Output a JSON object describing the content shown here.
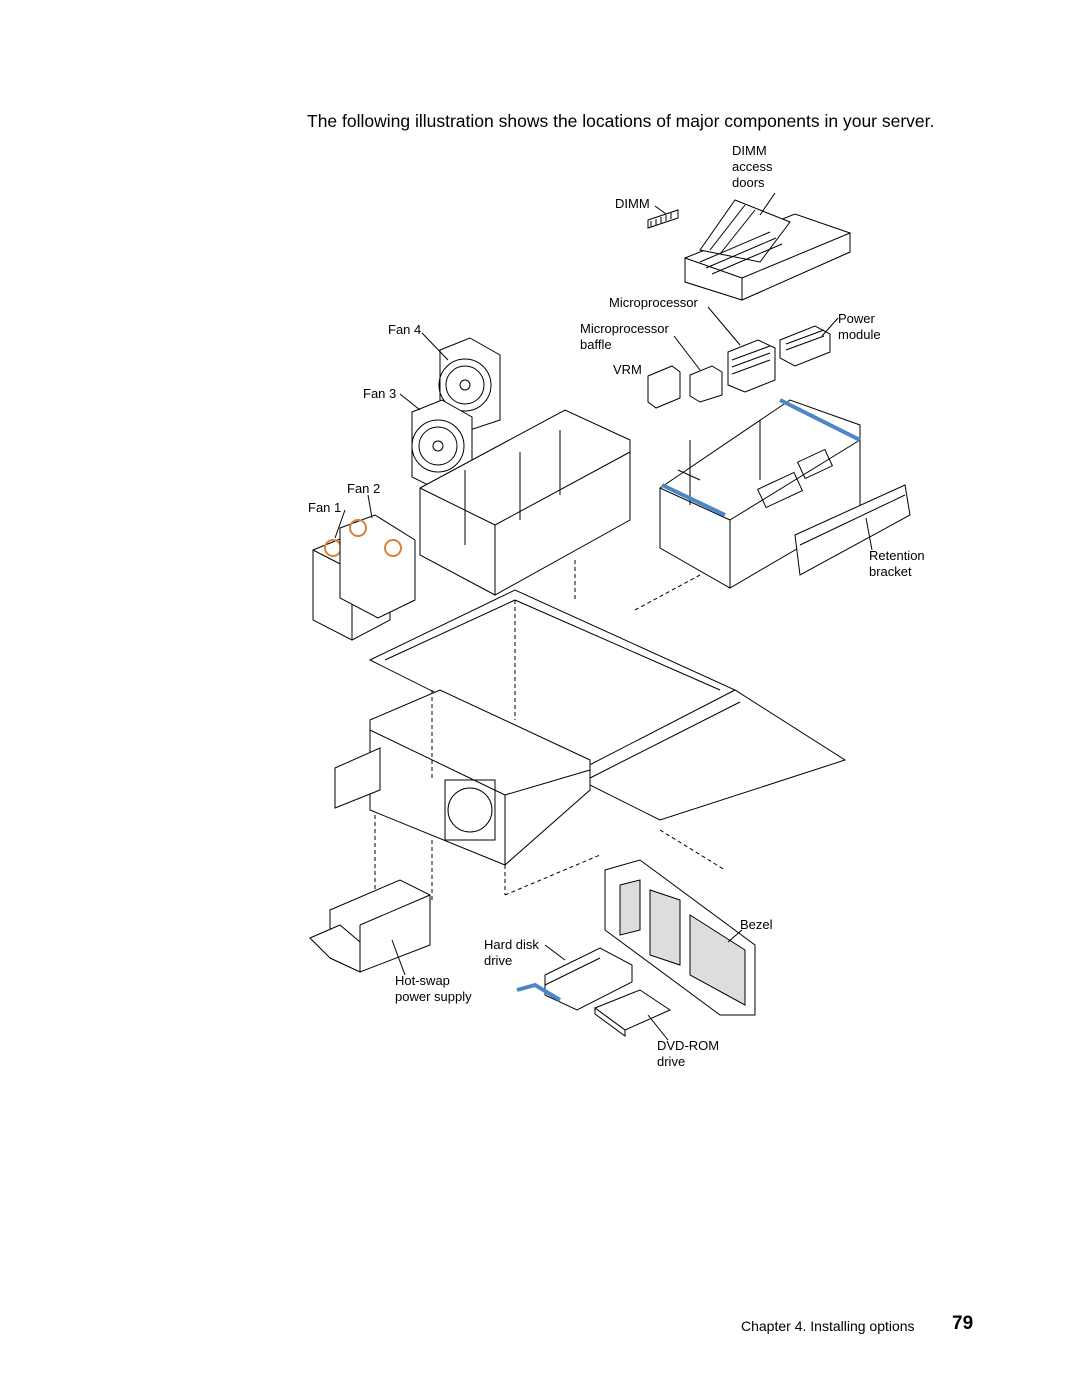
{
  "intro": "The following illustration shows the locations of major components in your server.",
  "labels": {
    "dimm_access_doors": "DIMM\naccess\ndoors",
    "dimm": "DIMM",
    "microprocessor": "Microprocessor",
    "microprocessor_baffle": "Microprocessor\nbaffle",
    "power_module": "Power\nmodule",
    "vrm": "VRM",
    "fan4": "Fan 4",
    "fan3": "Fan 3",
    "fan2": "Fan 2",
    "fan1": "Fan 1",
    "retention_bracket": "Retention\nbracket",
    "bezel": "Bezel",
    "hard_disk_drive": "Hard disk\ndrive",
    "hot_swap_power_supply": "Hot-swap\npower supply",
    "dvd_rom_drive": "DVD-ROM\ndrive"
  },
  "footer": {
    "chapter": "Chapter 4. Installing options",
    "page_number": "79"
  },
  "colors": {
    "accent_blue": "#4a86c8",
    "fan_orange": "#d9823a"
  }
}
